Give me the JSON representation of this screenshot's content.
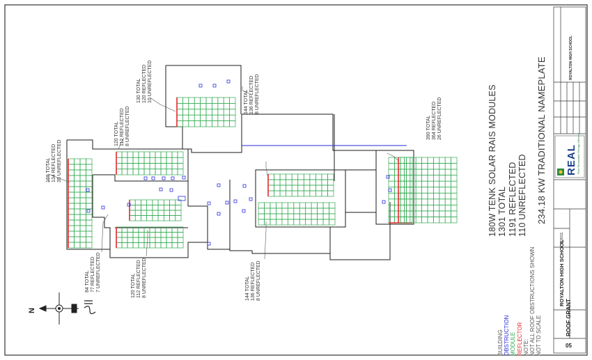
{
  "colors": {
    "building": "#1a1a1a",
    "obstruction": "#2a2adf",
    "module": "#2fa84f",
    "reflector": "#e02a2a"
  },
  "summary": {
    "line1": "180W TENK SOLAR RAIS MODULES",
    "line2": "1301 TOTAL",
    "line3": "1191 REFLECTED",
    "line4": "110 UNREFLECTED",
    "line5": "234.18 KW TRADITIONAL NAMEPLATE"
  },
  "arrays": [
    {
      "total": "169 TOTAL",
      "reflected": "134 REFLECTED",
      "unreflected": "35 UNREFLECTED"
    },
    {
      "total": "120 TOTAL",
      "reflected": "112 REFLECTED",
      "unreflected": "8 UNREFLECTED"
    },
    {
      "total": "130 TOTAL",
      "reflected": "120 REFLECTED",
      "unreflected": "10 UNREFLECTED"
    },
    {
      "total": "144 TOTAL",
      "reflected": "136 REFLECTED",
      "unreflected": "8 UNREFLECTED"
    },
    {
      "total": "390 TOTAL",
      "reflected": "364 REFLECTED",
      "unreflected": "26 UNREFLECTED"
    },
    {
      "total": "84 TOTAL",
      "reflected": "77 REFLECTED",
      "unreflected": "7 UNREFLECTED"
    },
    {
      "total": "120 TOTAL",
      "reflected": "112 REFLECTED",
      "unreflected": "8 UNREFLECTED"
    },
    {
      "total": "144 TOTAL",
      "reflected": "136 REFLECTED",
      "unreflected": "8 UNREFLECTED"
    }
  ],
  "legend": {
    "building": "BUILDING",
    "obstruction": "OBSTRUCTION",
    "module": "MODULE",
    "reflector": "REFLECTOR",
    "note": "NOTE:",
    "note1": "NOT ALL ROOF OBSTRUCTIONS SHOWN",
    "note2": "NOT TO SCALE"
  },
  "compass": {
    "north": "N"
  },
  "title_block": {
    "logo": "REAL",
    "logo_tagline": "Real Renewable Energy Alliance",
    "project": "ROYALTON HIGH SCHOOL",
    "sheet_title": "ROOF GRANT",
    "sheet_number": "05",
    "address": "ROYALTON HIGH SCHOOL",
    "date": "8/26/11"
  }
}
